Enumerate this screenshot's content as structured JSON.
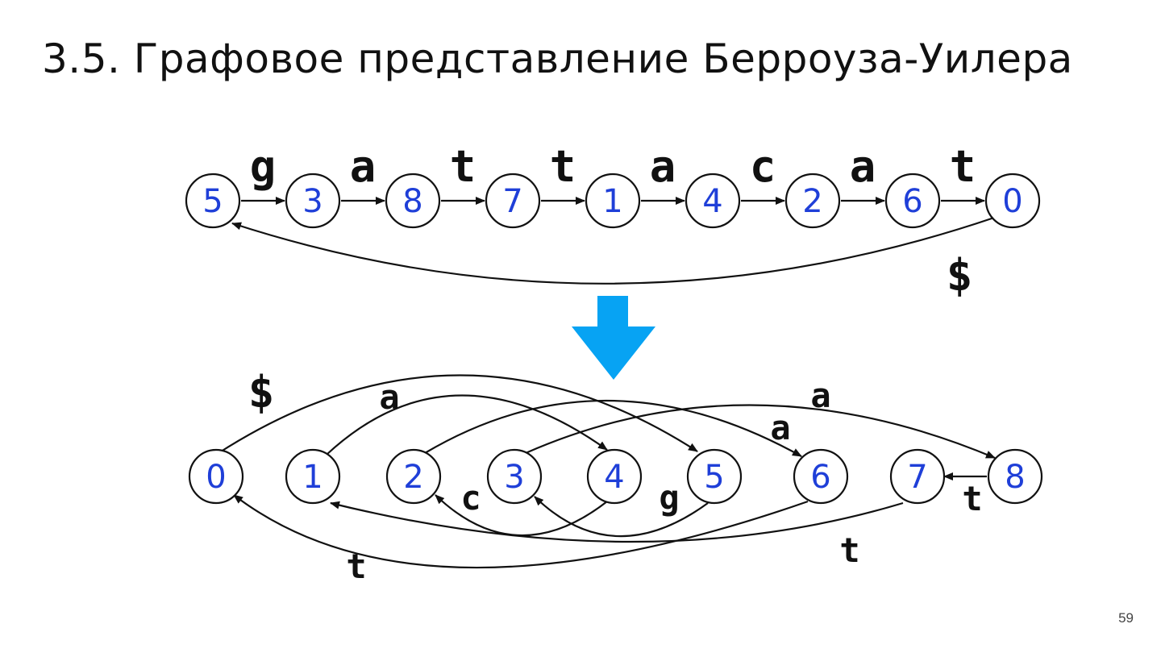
{
  "title": "3.5. Графовое представление Берроуза-Уилера",
  "page_number": "59",
  "colors": {
    "node_label": "#1f3fd8",
    "arrow": "#07a3f3",
    "stroke": "#111111"
  },
  "top_graph": {
    "nodes": [
      "5",
      "3",
      "8",
      "7",
      "1",
      "4",
      "2",
      "6",
      "0"
    ],
    "edge_labels": [
      "g",
      "a",
      "t",
      "t",
      "a",
      "c",
      "a",
      "t"
    ],
    "loop_label": "$"
  },
  "bottom_graph": {
    "nodes": [
      "0",
      "1",
      "2",
      "3",
      "4",
      "5",
      "6",
      "7",
      "8"
    ],
    "edges": [
      {
        "from": "0",
        "to": "5",
        "label": "$"
      },
      {
        "from": "1",
        "to": "4",
        "label": "a"
      },
      {
        "from": "2",
        "to": "6",
        "label": "a"
      },
      {
        "from": "3",
        "to": "8",
        "label": "a"
      },
      {
        "from": "4",
        "to": "2",
        "label": "c"
      },
      {
        "from": "5",
        "to": "3",
        "label": "g"
      },
      {
        "from": "6",
        "to": "0",
        "label": "t"
      },
      {
        "from": "7",
        "to": "1",
        "label": "t"
      },
      {
        "from": "8",
        "to": "7",
        "label": "t"
      }
    ]
  },
  "transform_arrow_icon": "down-arrow-icon"
}
